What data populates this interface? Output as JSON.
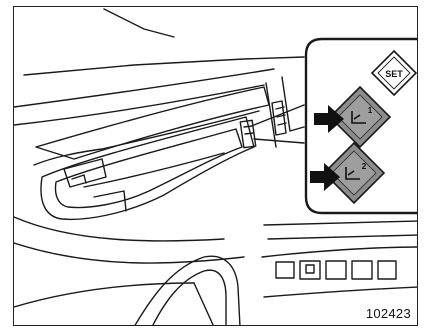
{
  "figure": {
    "reference_number": "102423",
    "callout": {
      "set_button_label": "SET",
      "memory_button_1_label": "1",
      "memory_button_2_label": "2"
    }
  }
}
